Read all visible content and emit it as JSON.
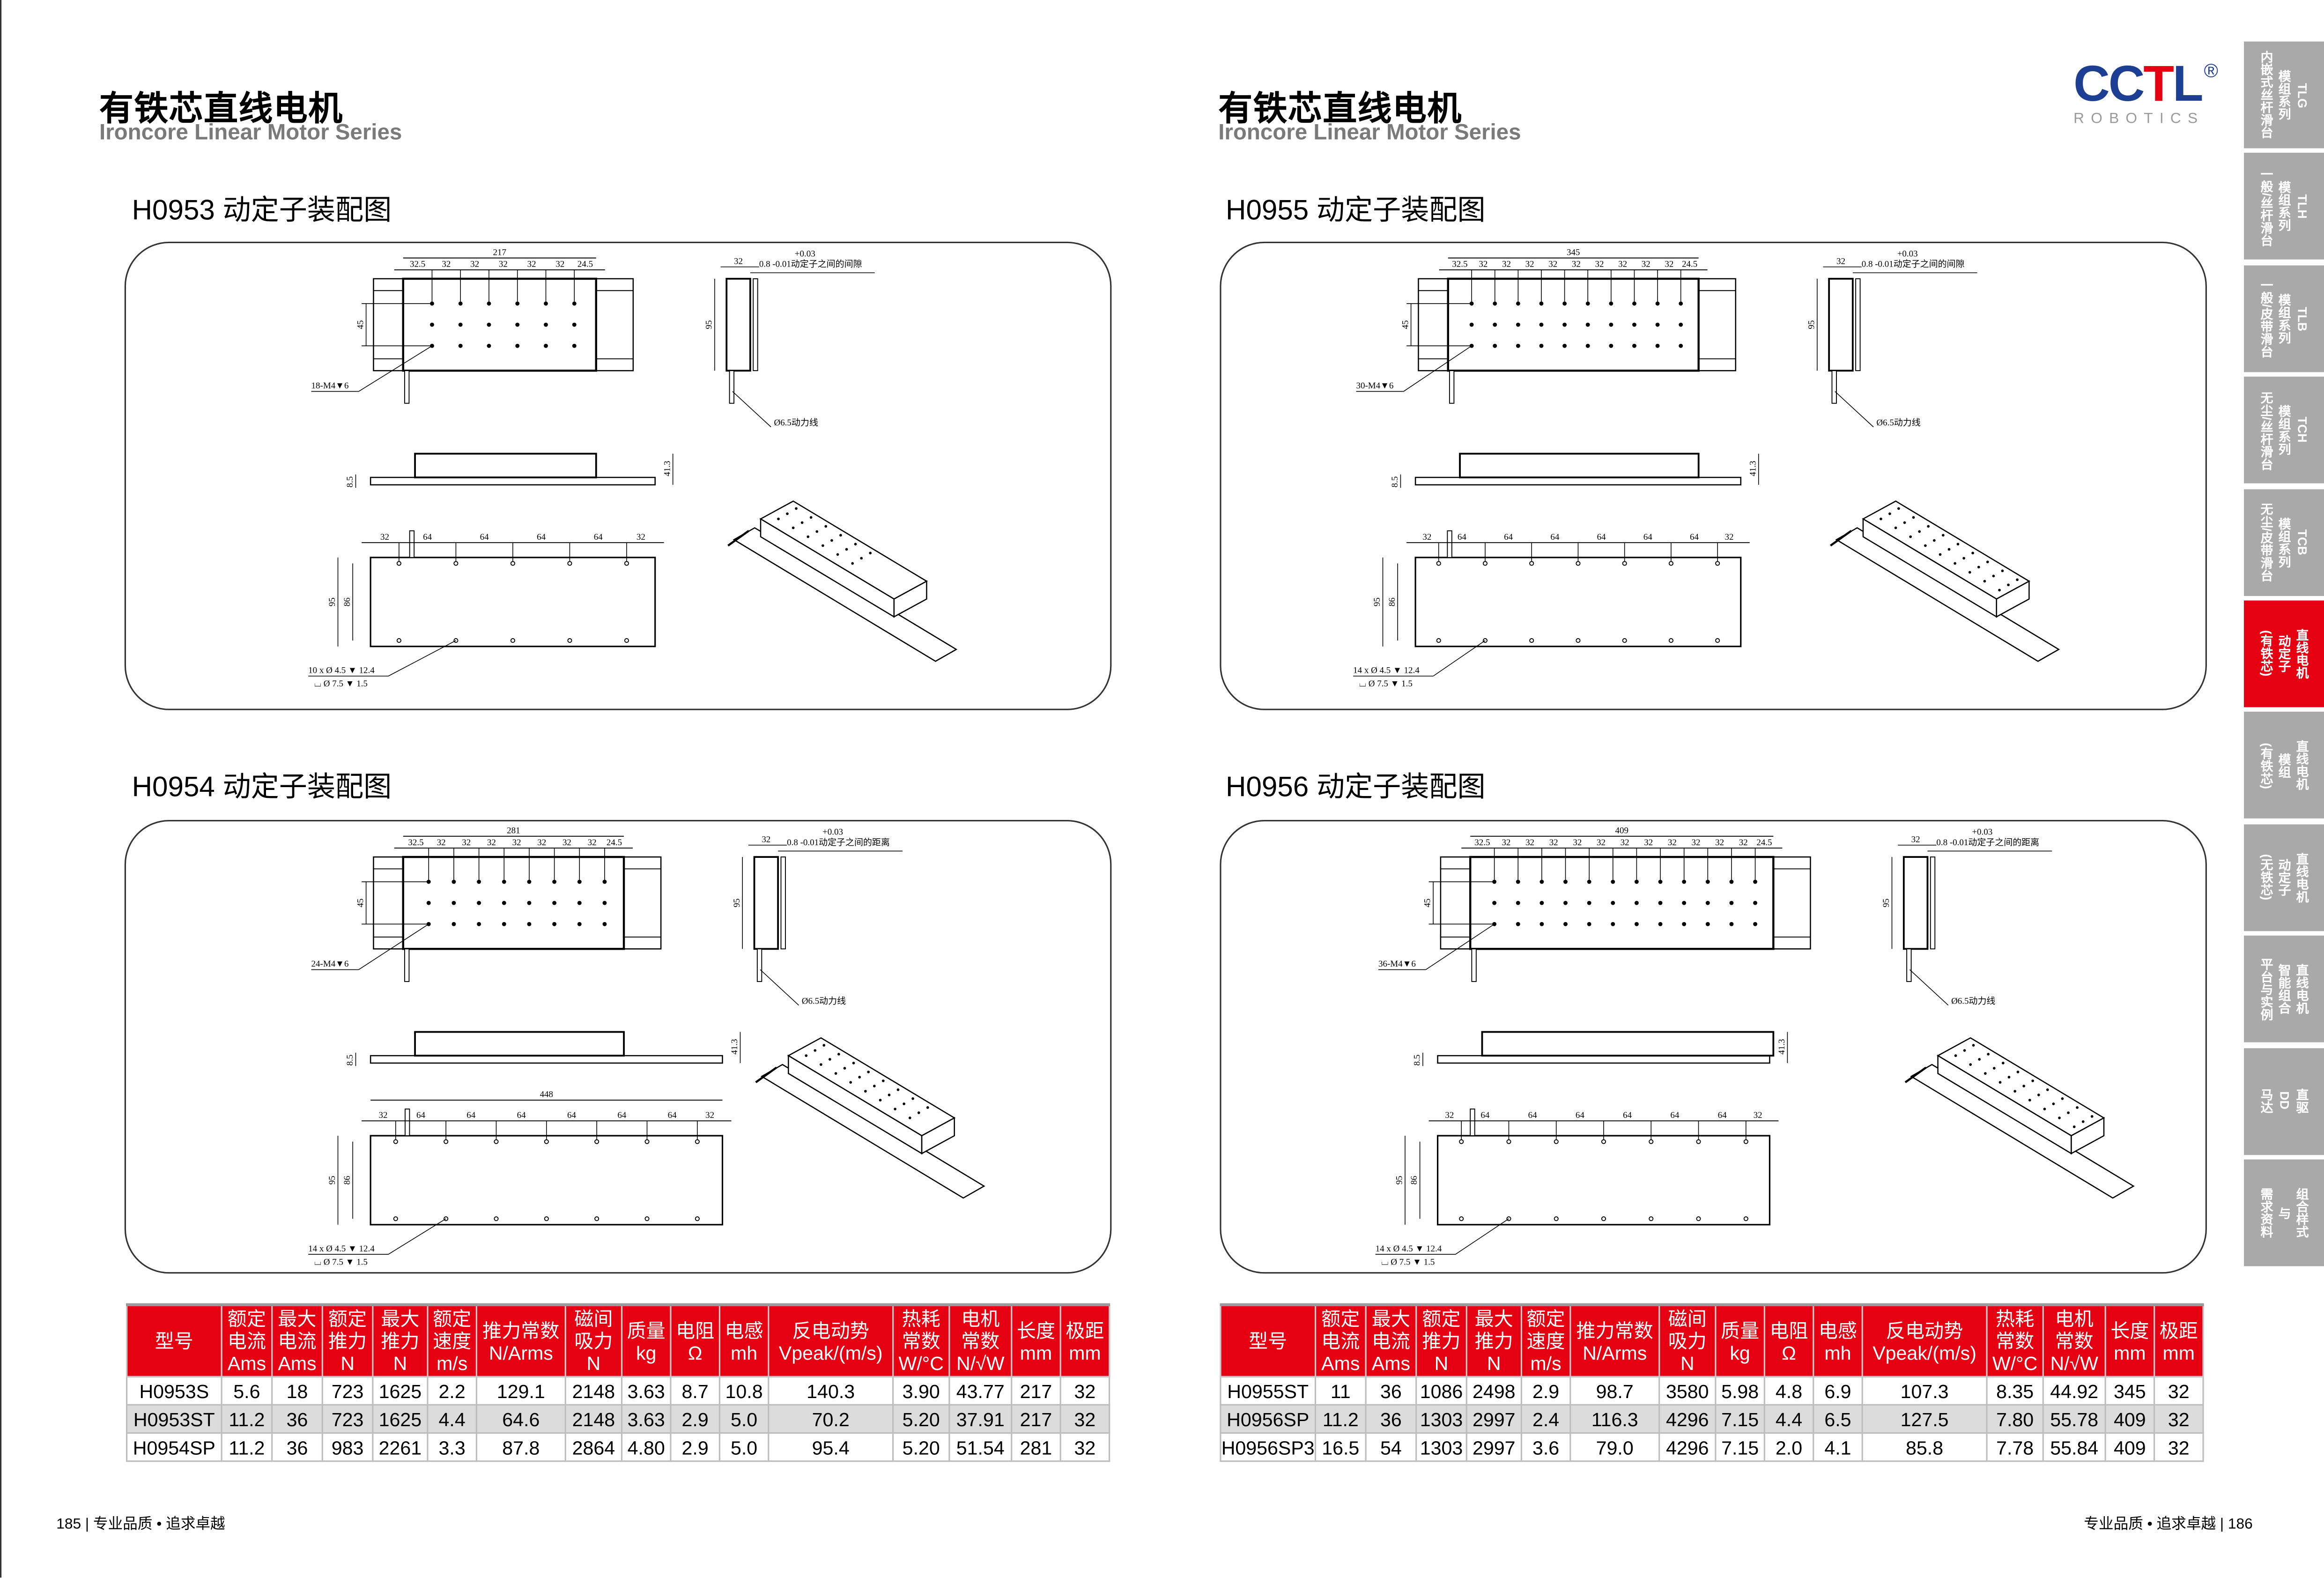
{
  "left_page": {
    "title_cn": "有铁芯直线电机",
    "title_en": "Ironcore Linear Motor Series",
    "footer": "185 | 专业品质 • 追求卓越"
  },
  "right_page": {
    "title_cn": "有铁芯直线电机",
    "title_en": "Ironcore Linear Motor Series",
    "footer": "专业品质 • 追求卓越 | 186"
  },
  "logo": {
    "letters": [
      "C",
      "C",
      "T",
      "L"
    ],
    "registered": "®",
    "sub": "ROBOTICS",
    "colors": {
      "blue": "#1c3f94",
      "red": "#e50012"
    }
  },
  "drawings": [
    {
      "title": "H0953 动定子装配图",
      "mover_length": "217",
      "pitches": [
        "32.5",
        "32",
        "32",
        "32",
        "32",
        "32",
        "24.5"
      ],
      "row_spacing": "45",
      "hole_note": "18-M4▼6",
      "side_width": "32",
      "gap_tol": "+0.03",
      "gap_note": "0.8 -0.01动定子之间的间隙",
      "side_height": "95",
      "cable_note": "Ø6.5动力线",
      "total_height": "41.3",
      "stator_thickness": "8.5",
      "stator_total": "",
      "stator_pitches": [
        "32",
        "64",
        "64",
        "64",
        "64",
        "32"
      ],
      "stator_height": "95",
      "stator_hole_span": "86",
      "stator_hole_note": "10 x Ø 4.5 ▼ 12.4",
      "stator_cbore_note": "⌴ Ø 7.5 ▼ 1.5"
    },
    {
      "title": "H0954 动定子装配图",
      "mover_length": "281",
      "pitches": [
        "32.5",
        "32",
        "32",
        "32",
        "32",
        "32",
        "32",
        "32",
        "24.5"
      ],
      "row_spacing": "45",
      "hole_note": "24-M4▼6",
      "side_width": "32",
      "gap_tol": "+0.03",
      "gap_note": "0.8 -0.01动定子之间的距离",
      "side_height": "95",
      "cable_note": "Ø6.5动力线",
      "total_height": "41.3",
      "stator_thickness": "8.5",
      "stator_total": "448",
      "stator_pitches": [
        "32",
        "64",
        "64",
        "64",
        "64",
        "64",
        "64",
        "32"
      ],
      "stator_height": "95",
      "stator_hole_span": "86",
      "stator_hole_note": "14 x Ø 4.5 ▼ 12.4",
      "stator_cbore_note": "⌴ Ø 7.5 ▼ 1.5"
    },
    {
      "title": "H0955 动定子装配图",
      "mover_length": "345",
      "pitches": [
        "32.5",
        "32",
        "32",
        "32",
        "32",
        "32",
        "32",
        "32",
        "32",
        "32",
        "24.5"
      ],
      "row_spacing": "45",
      "hole_note": "30-M4▼6",
      "side_width": "32",
      "gap_tol": "+0.03",
      "gap_note": "0.8 -0.01动定子之间的间隙",
      "side_height": "95",
      "cable_note": "Ø6.5动力线",
      "total_height": "41.3",
      "stator_thickness": "8.5",
      "stator_total": "",
      "stator_pitches": [
        "32",
        "64",
        "64",
        "64",
        "64",
        "64",
        "64",
        "32"
      ],
      "stator_height": "95",
      "stator_hole_span": "86",
      "stator_hole_note": "14 x Ø 4.5 ▼ 12.4",
      "stator_cbore_note": "⌴ Ø 7.5 ▼ 1.5"
    },
    {
      "title": "H0956 动定子装配图",
      "mover_length": "409",
      "pitches": [
        "32.5",
        "32",
        "32",
        "32",
        "32",
        "32",
        "32",
        "32",
        "32",
        "32",
        "32",
        "32",
        "24.5"
      ],
      "row_spacing": "45",
      "hole_note": "36-M4▼6",
      "side_width": "32",
      "gap_tol": "+0.03",
      "gap_note": "0.8 -0.01动定子之间的距离",
      "side_height": "95",
      "cable_note": "Ø6.5动力线",
      "total_height": "41.3",
      "stator_thickness": "8.5",
      "stator_total": "",
      "stator_pitches": [
        "32",
        "64",
        "64",
        "64",
        "64",
        "64",
        "64",
        "32"
      ],
      "stator_height": "95",
      "stator_hole_span": "86",
      "stator_hole_note": "14 x Ø 4.5 ▼ 12.4",
      "stator_cbore_note": "⌴ Ø 7.5 ▼ 1.5"
    }
  ],
  "table_headers": [
    "型号",
    "额定\n电流\nAms",
    "最大\n电流\nAms",
    "额定\n推力\nN",
    "最大\n推力\nN",
    "额定\n速度\nm/s",
    "推力常数\nN/Arms",
    "磁间\n吸力\nN",
    "质量\nkg",
    "电阻\nΩ",
    "电感\nmh",
    "反电动势\nVpeak/(m/s)",
    "热耗\n常数\nW/°C",
    "电机\n常数\nN/√W",
    "长度\nmm",
    "极距\nmm"
  ],
  "tables": [
    {
      "rows": [
        [
          "H0953S",
          "5.6",
          "18",
          "723",
          "1625",
          "2.2",
          "129.1",
          "2148",
          "3.63",
          "8.7",
          "10.8",
          "140.3",
          "3.90",
          "43.77",
          "217",
          "32"
        ],
        [
          "H0953ST",
          "11.2",
          "36",
          "723",
          "1625",
          "4.4",
          "64.6",
          "2148",
          "3.63",
          "2.9",
          "5.0",
          "70.2",
          "5.20",
          "37.91",
          "217",
          "32"
        ],
        [
          "H0954SP",
          "11.2",
          "36",
          "983",
          "2261",
          "3.3",
          "87.8",
          "2864",
          "4.80",
          "2.9",
          "5.0",
          "95.4",
          "5.20",
          "51.54",
          "281",
          "32"
        ]
      ]
    },
    {
      "rows": [
        [
          "H0955ST",
          "11",
          "36",
          "1086",
          "2498",
          "2.9",
          "98.7",
          "3580",
          "5.98",
          "4.8",
          "6.9",
          "107.3",
          "8.35",
          "44.92",
          "345",
          "32"
        ],
        [
          "H0956SP",
          "11.2",
          "36",
          "1303",
          "2997",
          "2.4",
          "116.3",
          "4296",
          "7.15",
          "4.4",
          "6.5",
          "127.5",
          "7.80",
          "55.78",
          "409",
          "32"
        ],
        [
          "H0956SP3",
          "16.5",
          "54",
          "1303",
          "2997",
          "3.6",
          "79.0",
          "4296",
          "7.15",
          "2.0",
          "4.1",
          "85.8",
          "7.78",
          "55.84",
          "409",
          "32"
        ]
      ]
    }
  ],
  "side_tabs": [
    {
      "label": "TLG\n模组系列\n内嵌式丝杆滑台",
      "active": false
    },
    {
      "label": "TLH\n模组系列\n一般/丝杆滑台",
      "active": false
    },
    {
      "label": "TLB\n模组系列\n一般/皮带滑台",
      "active": false
    },
    {
      "label": "TCH\n模组系列\n无尘/丝杆滑台",
      "active": false
    },
    {
      "label": "TCB\n模组系列\n无尘/皮带滑台",
      "active": false
    },
    {
      "label": "直线电机\n动定子\n(有铁芯)",
      "active": true
    },
    {
      "label": "直线电机\n模组\n(有铁芯)",
      "active": false
    },
    {
      "label": "直线电机\n动定子\n(无铁芯)",
      "active": false
    },
    {
      "label": "直线电机\n智能组合\n平台与实例",
      "active": false
    },
    {
      "label": "直驱\nDD\n马达",
      "active": false
    },
    {
      "label": "组合样式\n与\n需求资料",
      "active": false
    }
  ],
  "colors": {
    "accent_red": "#e50012",
    "tab_grey": "#a9a9a9",
    "row_alt": "#dcdcdc",
    "subtitle_grey": "#7a7a7a"
  }
}
